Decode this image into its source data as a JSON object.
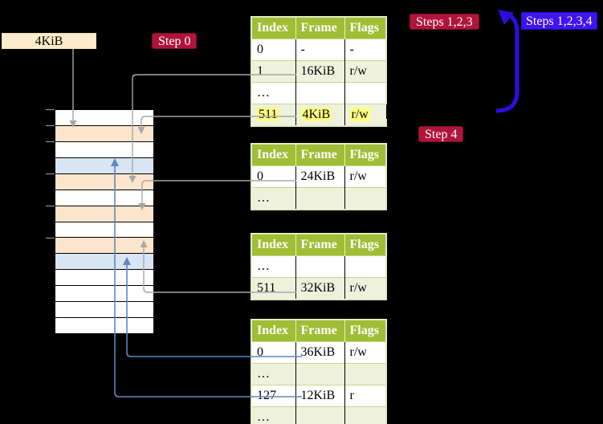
{
  "labels": {
    "frame_box": "4KiB",
    "step0": "Step 0",
    "steps123": "Steps 1,2,3",
    "steps1234": "Steps 1,2,3,4",
    "step4": "Step 4"
  },
  "table_headers": [
    "Index",
    "Frame",
    "Flags"
  ],
  "page_tables": [
    {
      "name": "page-table-level-1",
      "rows": [
        {
          "index": "0",
          "frame": "-",
          "flags": "-",
          "shaded": false,
          "highlight": false
        },
        {
          "index": "1",
          "frame": "16KiB",
          "flags": "r/w",
          "shaded": true,
          "highlight": false
        },
        {
          "index": "…",
          "frame": "",
          "flags": "",
          "shaded": false,
          "highlight": false
        },
        {
          "index": "511",
          "frame": "4KiB",
          "flags": "r/w",
          "shaded": true,
          "highlight": true
        }
      ]
    },
    {
      "name": "page-table-level-2",
      "rows": [
        {
          "index": "0",
          "frame": "24KiB",
          "flags": "r/w",
          "shaded": false,
          "highlight": false
        },
        {
          "index": "…",
          "frame": "",
          "flags": "",
          "shaded": true,
          "highlight": false
        }
      ]
    },
    {
      "name": "page-table-level-3",
      "rows": [
        {
          "index": "…",
          "frame": "",
          "flags": "",
          "shaded": false,
          "highlight": false
        },
        {
          "index": "511",
          "frame": "32KiB",
          "flags": "r/w",
          "shaded": true,
          "highlight": false
        }
      ]
    },
    {
      "name": "page-table-level-4",
      "rows": [
        {
          "index": "0",
          "frame": "36KiB",
          "flags": "r/w",
          "shaded": false,
          "highlight": false
        },
        {
          "index": "…",
          "frame": "",
          "flags": "",
          "shaded": true,
          "highlight": false
        },
        {
          "index": "127",
          "frame": "12KiB",
          "flags": "r",
          "shaded": false,
          "highlight": false
        },
        {
          "index": "…",
          "frame": "",
          "flags": "",
          "shaded": true,
          "highlight": false
        }
      ]
    }
  ],
  "memory_column": {
    "row_colors": [
      "white",
      "peach",
      "white",
      "blue",
      "peach",
      "white",
      "peach",
      "white",
      "peach",
      "blue",
      "white",
      "white",
      "white",
      "white"
    ]
  },
  "connections": [
    {
      "from": "4KiB-label",
      "to": "memory-row-1",
      "color": "gray"
    },
    {
      "from": "table-1-index-1",
      "to": "memory-row-4",
      "color": "gray"
    },
    {
      "from": "table-1-index-511",
      "to": "memory-row-1",
      "color": "gray"
    },
    {
      "from": "table-2-index-0",
      "to": "memory-row-6",
      "color": "gray"
    },
    {
      "from": "table-3-index-511",
      "to": "memory-row-8",
      "color": "gray"
    },
    {
      "from": "table-4-index-0",
      "to": "memory-row-9",
      "color": "steelblue"
    },
    {
      "from": "table-4-index-127",
      "to": "memory-row-3",
      "color": "steelblue"
    }
  ],
  "colors": {
    "background": "#000000",
    "header_green": "#9fbe35",
    "row_shade_green": "#eef2dd",
    "peach_row": "#fde5cd",
    "blue_row": "#d9e5f3",
    "beige_box": "#fbeccb",
    "crimson_label": "#b1143a",
    "violet_label": "#3f14f0",
    "thick_arrow_blue": "#2d0ce2",
    "gray_connector": "#a8a8a8",
    "steel_connector": "#5e87bb",
    "highlight_yellow": "#ffff80"
  }
}
